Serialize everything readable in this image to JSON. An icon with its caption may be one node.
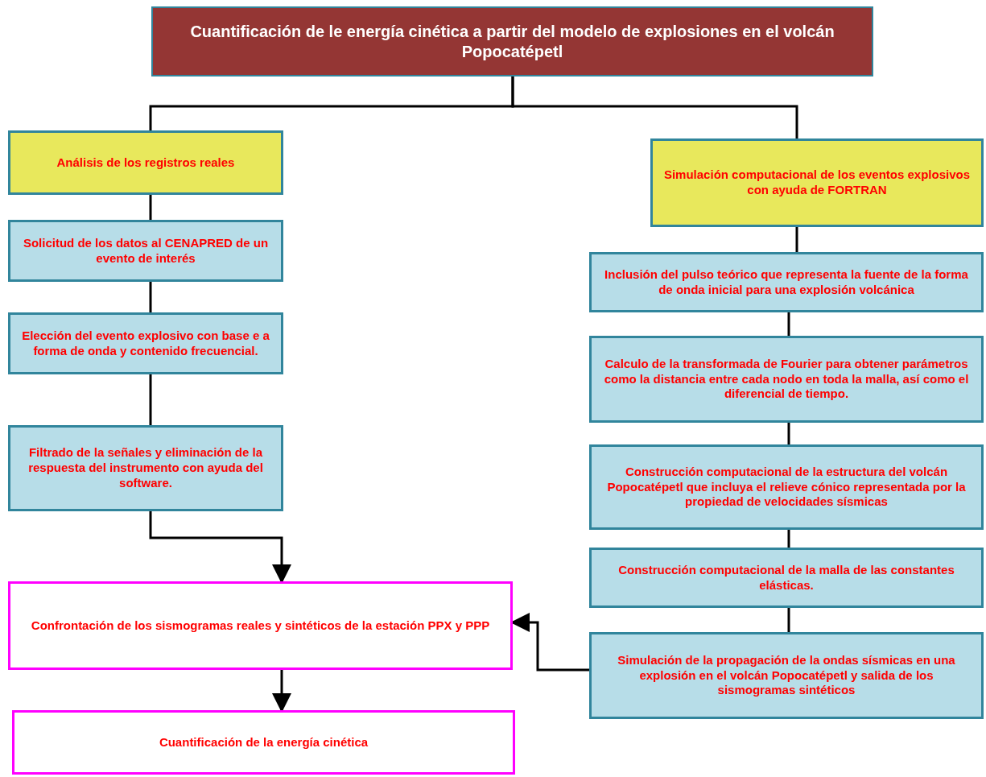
{
  "diagram": {
    "nodes": [
      {
        "text": [
          "Cuantificación de le energía cinética a partir del modelo de explosiones en el volcán Popocatépetl"
        ]
      },
      {
        "text": [
          "Análisis de los registros reales"
        ]
      },
      {
        "text": [
          "Solicitud de los datos al CENAPRED  de un evento de interés"
        ]
      },
      {
        "text": [
          "Elección del evento explosivo con base e a forma de onda y contenido frecuencial."
        ]
      },
      {
        "text": [
          "Filtrado de la señales y eliminación de la respuesta del instrumento con ayuda del software."
        ]
      },
      {
        "text": [
          "Simulación computacional de los eventos explosivos con ayuda de FORTRAN"
        ]
      },
      {
        "text": [
          "Inclusión del pulso teórico que representa la fuente de la forma de onda inicial para una explosión volcánica"
        ]
      },
      {
        "text": [
          "Calculo de la transformada de Fourier para obtener parámetros como la distancia entre cada nodo en toda la malla, así como el diferencial de tiempo."
        ]
      },
      {
        "text": [
          "Construcción computacional de la estructura del volcán Popocatépetl que incluya el relieve cónico representada por la propiedad de velocidades sísmicas"
        ]
      },
      {
        "text": [
          "Construcción computacional de la malla de las constantes elásticas."
        ]
      },
      {
        "text": [
          "Simulación de la propagación de la ondas sísmicas en una explosión en el volcán Popocatépetl y salida de los sismogramas sintéticos"
        ]
      },
      {
        "text": [
          "Confrontación de los sismogramas reales y sintéticos de la estación PPX y PPP"
        ]
      },
      {
        "text": [
          "Cuantificación de la energía cinética"
        ]
      }
    ],
    "edges": [
      {
        "from": 0,
        "to": 1,
        "arrow": "none"
      },
      {
        "from": 0,
        "to": 5,
        "arrow": "none"
      },
      {
        "from": 1,
        "to": 2,
        "arrow": "none"
      },
      {
        "from": 2,
        "to": 3,
        "arrow": "none"
      },
      {
        "from": 3,
        "to": 4,
        "arrow": "none"
      },
      {
        "from": 4,
        "to": 11,
        "arrow": "to"
      },
      {
        "from": 5,
        "to": 6,
        "arrow": "none"
      },
      {
        "from": 6,
        "to": 7,
        "arrow": "none"
      },
      {
        "from": 7,
        "to": 8,
        "arrow": "none"
      },
      {
        "from": 8,
        "to": 9,
        "arrow": "none"
      },
      {
        "from": 9,
        "to": 10,
        "arrow": "none"
      },
      {
        "from": 10,
        "to": 11,
        "arrow": "to"
      },
      {
        "from": 11,
        "to": 12,
        "arrow": "to"
      }
    ]
  }
}
